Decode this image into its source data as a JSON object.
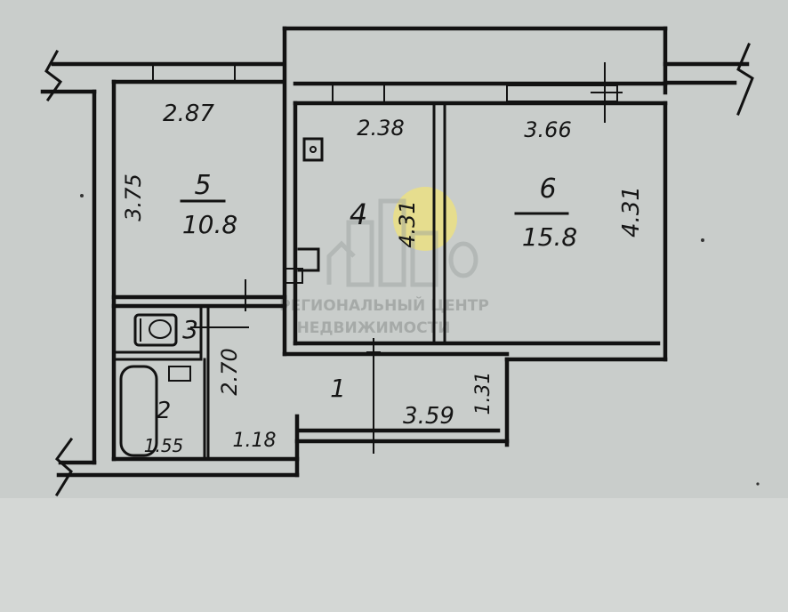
{
  "plan": {
    "rooms": [
      {
        "id": "5",
        "number": "5",
        "area": "10.8"
      },
      {
        "id": "4",
        "number": "4"
      },
      {
        "id": "6",
        "number": "6",
        "area": "15.8"
      },
      {
        "id": "3",
        "number": "3"
      },
      {
        "id": "2",
        "number": "2"
      },
      {
        "id": "1",
        "number": "1"
      }
    ],
    "dimensions": {
      "room5_width": "2.87",
      "room5_height": "3.75",
      "room4_width": "2.38",
      "room4_height": "4.31",
      "room6_width": "3.66",
      "room6_height": "4.31",
      "hall_height": "2.70",
      "hall_width": "3.59",
      "hall_depth": "1.31",
      "bath_width": "1.55",
      "corridor_width": "1.18"
    },
    "watermark": {
      "line1": "РЕГИОНАЛЬНЫЙ ЦЕНТР",
      "line2": "НЕДВИЖИМОСТИ"
    },
    "colors": {
      "paper": "#c9cdcb",
      "ink": "#121212",
      "watermark_sun": "#efe27a"
    }
  }
}
